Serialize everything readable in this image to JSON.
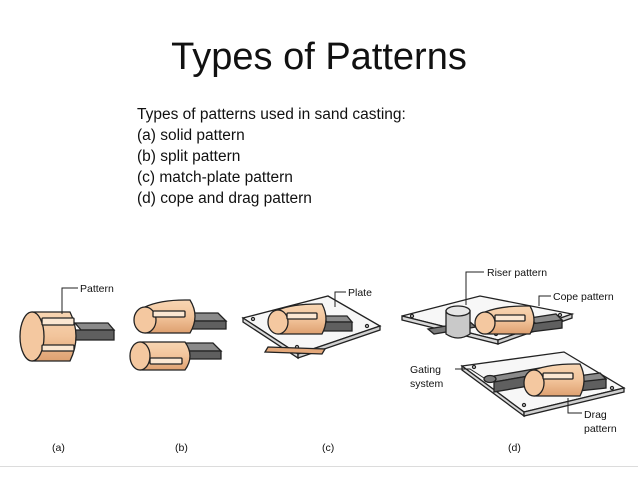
{
  "slide": {
    "title": "Types of Patterns",
    "intro": [
      "Types of patterns used in sand casting:",
      "(a) solid pattern",
      "(b) split pattern",
      "(c) match-plate pattern",
      "(d) cope and drag pattern"
    ]
  },
  "diagram": {
    "labels": {
      "pattern": "Pattern",
      "plate": "Plate",
      "riser_pattern": "Riser pattern",
      "cope_pattern": "Cope pattern",
      "gating_1": "Gating",
      "gating_2": "system",
      "drag_1": "Drag",
      "drag_2": "pattern"
    },
    "captions": [
      "(a)",
      "(b)",
      "(c)",
      "(d)"
    ],
    "colors": {
      "pattern": "#f2c49b",
      "pattern_dark": "#e4a87a",
      "gate": "#6e6e6e",
      "plate": "#f7f7f7",
      "outline": "#222222"
    }
  }
}
